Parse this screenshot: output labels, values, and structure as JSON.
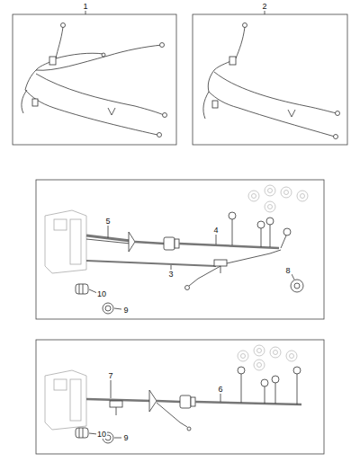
{
  "diagram": {
    "labels": [
      "1",
      "2",
      "5",
      "4",
      "3",
      "8",
      "10",
      "9",
      "7",
      "6",
      "10",
      "9"
    ]
  }
}
